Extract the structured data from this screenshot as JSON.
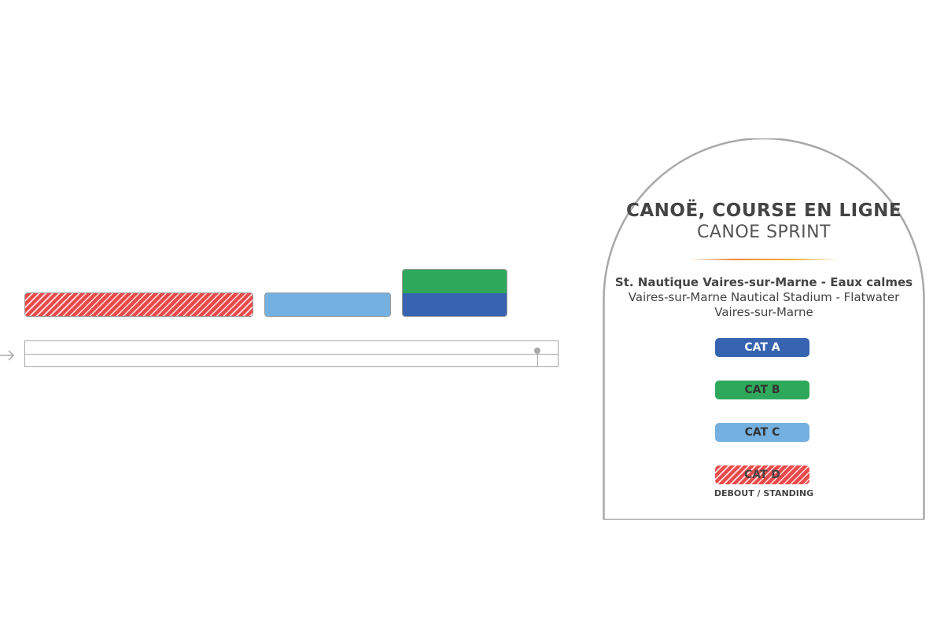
{
  "colors": {
    "cat_a": "#3764b0",
    "cat_b": "#2ea85a",
    "cat_c": "#74b0e0",
    "cat_d": "#e84a4a",
    "outline": "#a8a8a8"
  },
  "legend": {
    "title_fr": "CANOË, COURSE EN LIGNE",
    "title_en": "CANOE SPRINT",
    "venue_fr": "St. Nautique Vaires-sur-Marne - Eaux calmes",
    "venue_en": "Vaires-sur-Marne Nautical Stadium - Flatwater",
    "venue_city": "Vaires-sur-Marne",
    "categories": [
      {
        "label": "CAT A"
      },
      {
        "label": "CAT B"
      },
      {
        "label": "CAT C"
      },
      {
        "label": "CAT D",
        "note": "DEBOUT / STANDING"
      }
    ]
  }
}
